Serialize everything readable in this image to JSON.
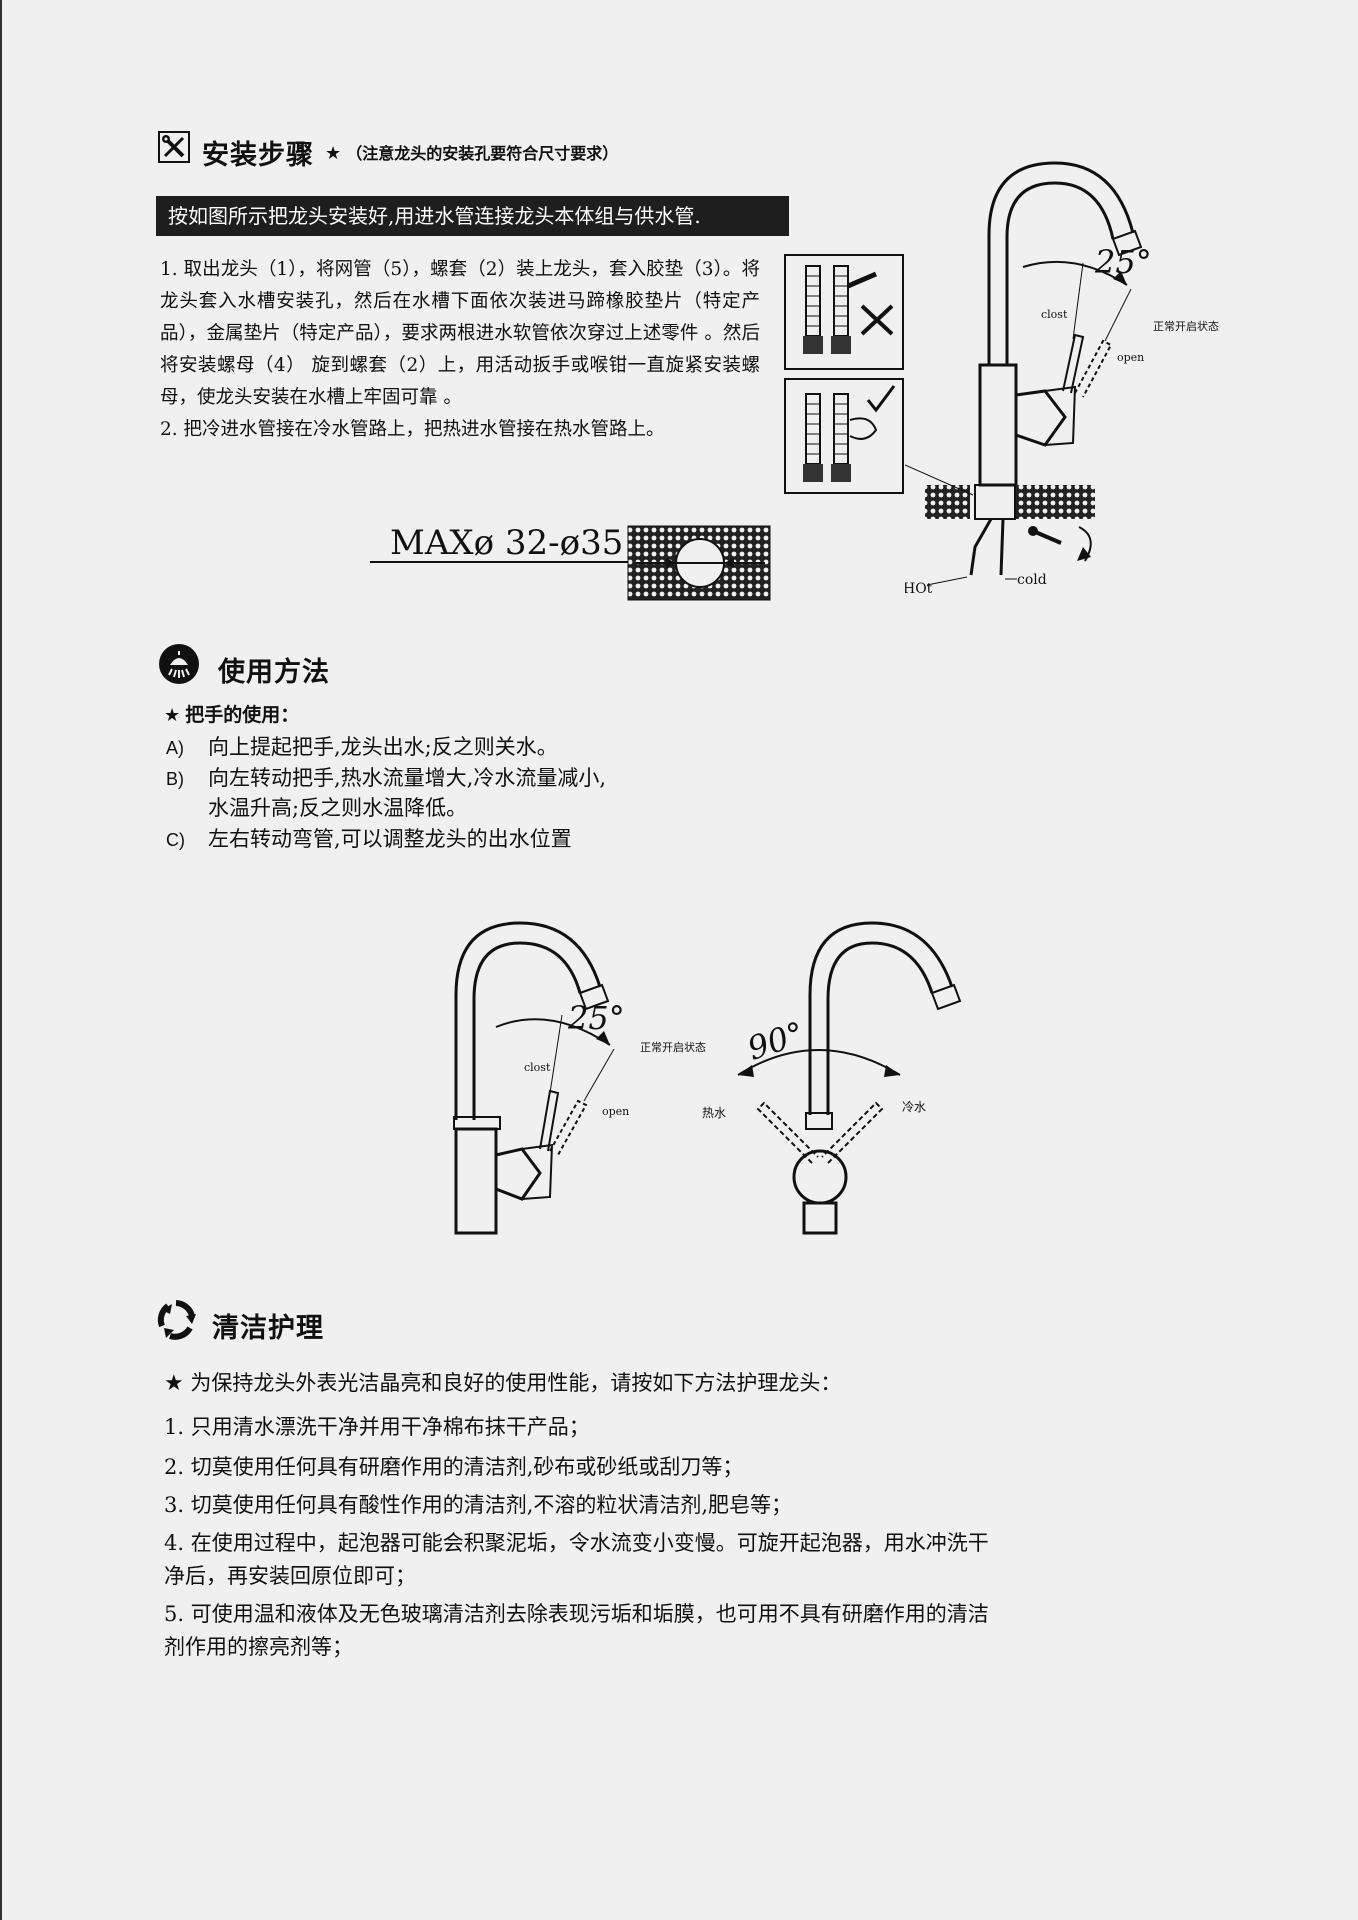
{
  "install": {
    "title": "安装步骤",
    "note": "（注意龙头的安装孔要符合尺寸要求）",
    "banner": "按如图所示把龙头安装好,用进水管连接龙头本体组与供水管.",
    "steps": [
      "1. 取出龙头（1），将网管（5），螺套（2）装上龙头，套入胶垫（3）。将龙头套入水槽安装孔，然后在水槽下面依次装进马蹄橡胶垫片（特定产品），金属垫片（特定产品），要求两根进水软管依次穿过上述零件 。然后将安装螺母（4） 旋到螺套（2）上，用活动扳手或喉钳一直旋紧安装螺母，使龙头安装在水槽上牢固可靠 。",
      "2. 把冷进水管接在冷水管路上，把热进水管接在热水管路上。"
    ],
    "max_label": "MAXø 32-ø35",
    "diagram": {
      "angle": "25°",
      "closed": "clost",
      "open": "open",
      "normal_open": "正常开启状态",
      "hot": "HOt",
      "cold": "cold"
    }
  },
  "usage": {
    "title": "使用方法",
    "subtitle": "把手的使用：",
    "items": [
      {
        "label": "A)",
        "lines": [
          "向上提起把手,龙头出水;反之则关水。"
        ]
      },
      {
        "label": "B)",
        "lines": [
          "向左转动把手,热水流量增大,冷水流量减小,",
          "水温升高;反之则水温降低。"
        ]
      },
      {
        "label": "C)",
        "lines": [
          "左右转动弯管,可以调整龙头的出水位置"
        ]
      }
    ],
    "diagram_left": {
      "angle": "25°",
      "closed": "clost",
      "open": "open",
      "normal_open": "正常开启状态"
    },
    "diagram_right": {
      "angle": "90°",
      "hot": "热水",
      "cold": "冷水"
    }
  },
  "care": {
    "title": "清洁护理",
    "intro": "为保持龙头外表光洁晶亮和良好的使用性能，请按如下方法护理龙头：",
    "items": [
      "1.  只用清水漂洗干净并用干净棉布抹干产品；",
      "2.  切莫使用任何具有研磨作用的清洁剂,砂布或砂纸或刮刀等；",
      "3.  切莫使用任何具有酸性作用的清洁剂,不溶的粒状清洁剂,肥皂等；",
      "4.  在使用过程中，起泡器可能会积聚泥垢，令水流变小变慢。可旋开起泡器，用水冲洗干净后，再安装回原位即可；",
      "5.  可使用温和液体及无色玻璃清洁剂去除表现污垢和垢膜，也可用不具有研磨作用的清洁剂作用的擦亮剂等；"
    ]
  }
}
